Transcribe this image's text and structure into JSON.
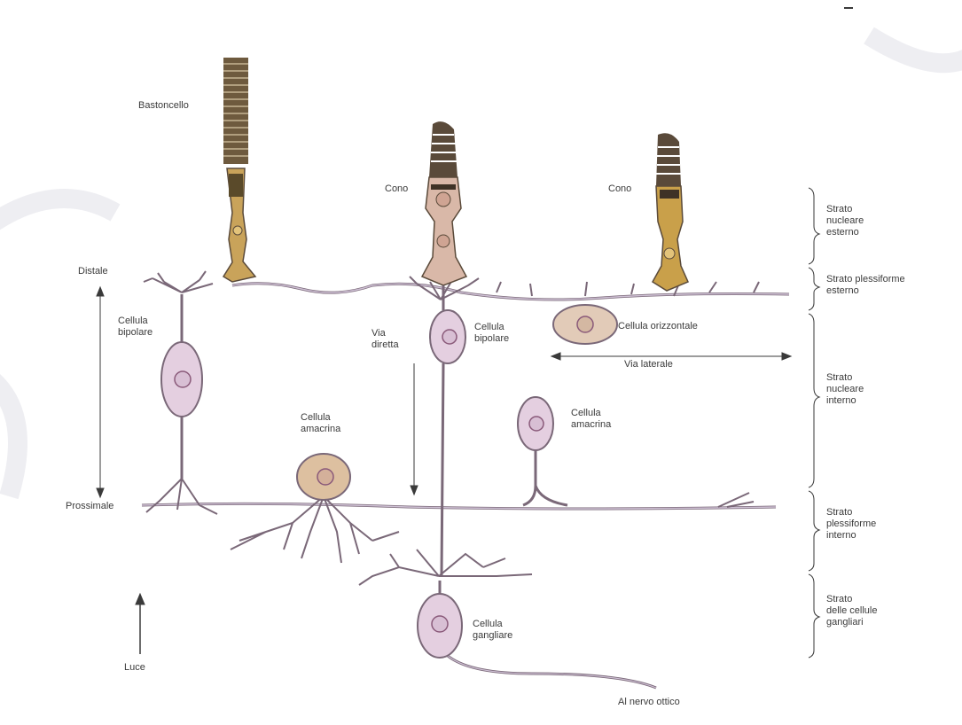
{
  "labels": {
    "bastoncello": "Bastoncello",
    "cono_1": "Cono",
    "cono_2": "Cono",
    "distale": "Distale",
    "prossimale": "Prossimale",
    "bipolare_1": "Cellula\nbipolare",
    "bipolare_2": "Cellula\nbipolare",
    "via_diretta": "Via\ndiretta",
    "orizzontale": "Cellula orizzontale",
    "via_laterale": "Via laterale",
    "amacrina_1": "Cellula\namacrina",
    "amacrina_2": "Cellula\namacrina",
    "gangliare": "Cellula\ngangliare",
    "luce": "Luce",
    "nervo_ottico": "Al nervo ottico"
  },
  "layers": [
    "Strato\nnucleare\nesterno",
    "Strato plessiforme\nesterno",
    "Strato\nnucleare\ninterno",
    "Strato\nplessiforme\ninterno",
    "Strato\ndelle cellule\ngangliari"
  ],
  "colors": {
    "rod": "#6e5a3e",
    "cone_outer": "#5a4a3a",
    "cone1_body": "#d9b8a8",
    "cone2_body": "#c9a04a",
    "cell_body": "#e4cfe0",
    "cell_outline": "#7a6878",
    "horizontal_body": "#e2cbb8",
    "amacrine1_body": "#ddc0a0",
    "neurite": "#b9adc6",
    "text": "#3a3a3a"
  }
}
